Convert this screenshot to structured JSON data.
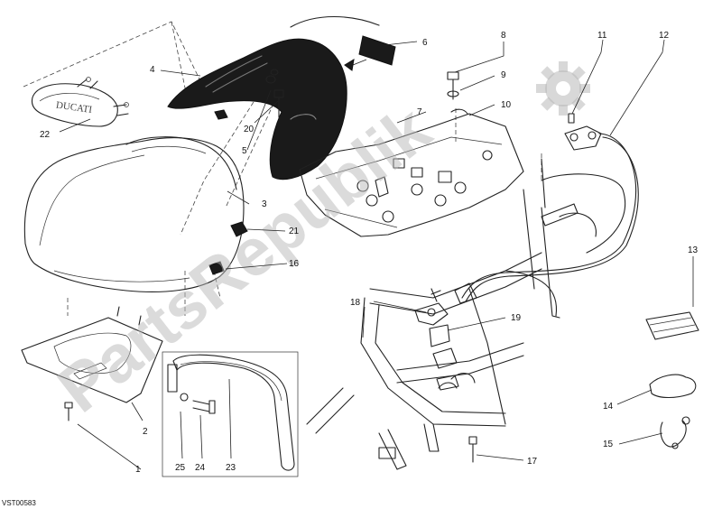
{
  "diagram_code": "VST00583",
  "seat_logo_text": "DUCATI",
  "watermark_text": "PartsRepublik",
  "callouts": [
    {
      "id": "c1",
      "label": "1"
    },
    {
      "id": "c2",
      "label": "2"
    },
    {
      "id": "c3",
      "label": "3"
    },
    {
      "id": "c4",
      "label": "4"
    },
    {
      "id": "c5",
      "label": "5"
    },
    {
      "id": "c6",
      "label": "6"
    },
    {
      "id": "c7",
      "label": "7"
    },
    {
      "id": "c8",
      "label": "8"
    },
    {
      "id": "c9",
      "label": "9"
    },
    {
      "id": "c10",
      "label": "10"
    },
    {
      "id": "c11",
      "label": "11"
    },
    {
      "id": "c12",
      "label": "12"
    },
    {
      "id": "c13",
      "label": "13"
    },
    {
      "id": "c14",
      "label": "14"
    },
    {
      "id": "c15",
      "label": "15"
    },
    {
      "id": "c16",
      "label": "16"
    },
    {
      "id": "c17",
      "label": "17"
    },
    {
      "id": "c18",
      "label": "18"
    },
    {
      "id": "c19",
      "label": "19"
    },
    {
      "id": "c20",
      "label": "20"
    },
    {
      "id": "c21",
      "label": "21"
    },
    {
      "id": "c22",
      "label": "22"
    },
    {
      "id": "c23",
      "label": "23"
    },
    {
      "id": "c24",
      "label": "24"
    },
    {
      "id": "c25",
      "label": "25"
    }
  ]
}
